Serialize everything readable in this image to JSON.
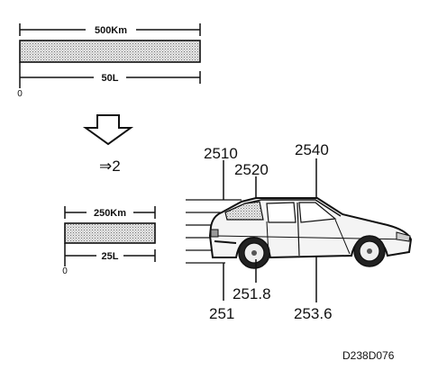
{
  "top_gauge": {
    "distance_label": "500Km",
    "volume_label": "50L",
    "zero_label": "0"
  },
  "divider_label": "⇒2",
  "bottom_gauge": {
    "distance_label": "250Km",
    "volume_label": "25L",
    "zero_label": "0"
  },
  "car_labels": {
    "upper_left": "2510",
    "upper_middle": "2520",
    "upper_right": "2540",
    "lower_left": "251",
    "lower_middle": "251.8",
    "lower_right": "253.6"
  },
  "figure_code": "D238D076"
}
